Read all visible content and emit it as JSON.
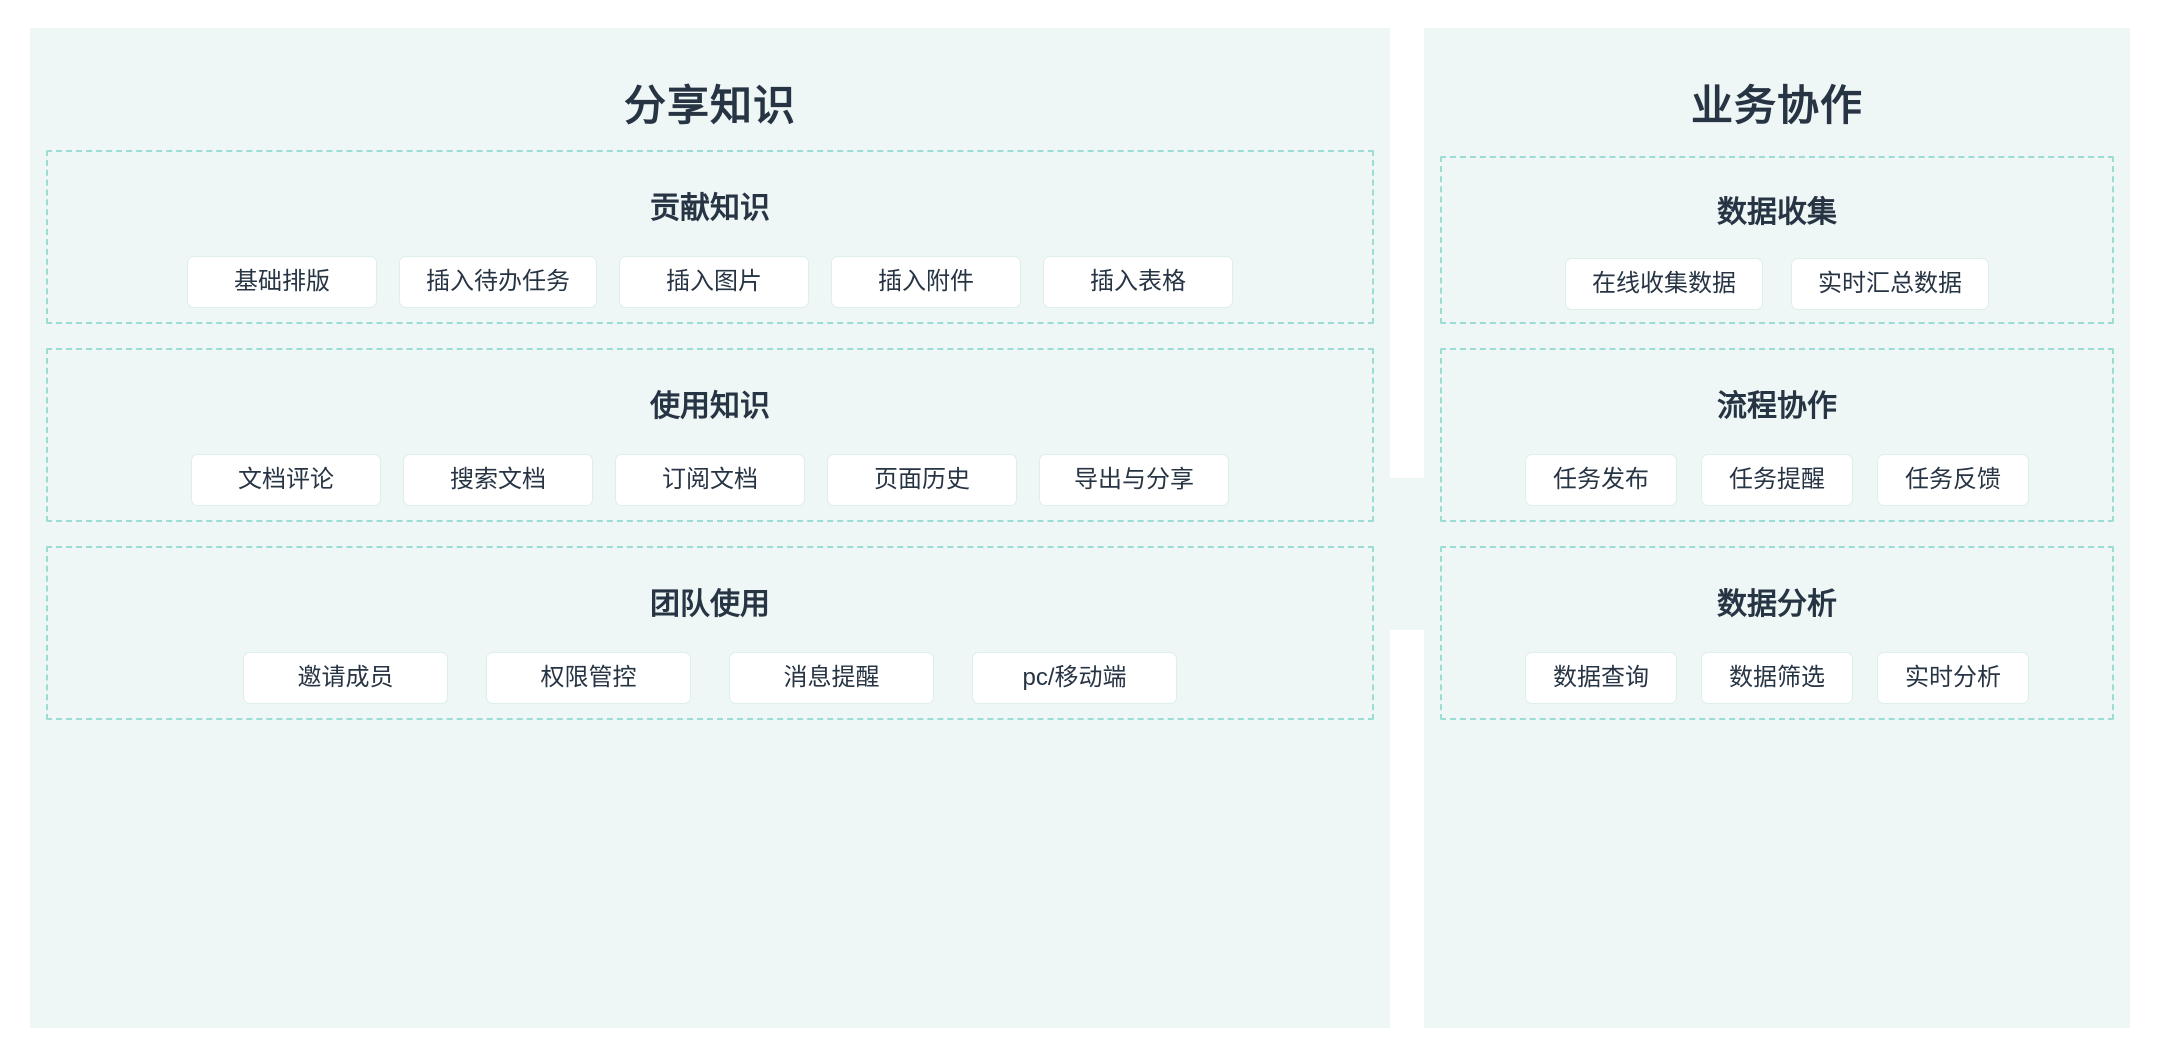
{
  "theme": {
    "page_background": "#ffffff",
    "panel_background": "#eff7f6",
    "group_border": "#9bdcd4",
    "chip_background": "#ffffff",
    "chip_border": "#dcefec",
    "text_color": "#273444"
  },
  "panels": [
    {
      "id": "share-knowledge",
      "title": "分享知识",
      "groups": [
        {
          "id": "contribute-knowledge",
          "title": "贡献知识",
          "chips": [
            "基础排版",
            "插入待办任务",
            "插入图片",
            "插入附件",
            "插入表格"
          ]
        },
        {
          "id": "use-knowledge",
          "title": "使用知识",
          "chips": [
            "文档评论",
            "搜索文档",
            "订阅文档",
            "页面历史",
            "导出与分享"
          ]
        },
        {
          "id": "team-usage",
          "title": "团队使用",
          "chips": [
            "邀请成员",
            "权限管控",
            "消息提醒",
            "pc/移动端"
          ]
        }
      ]
    },
    {
      "id": "business-collaboration",
      "title": "业务协作",
      "groups": [
        {
          "id": "data-collection",
          "title": "数据收集",
          "chips": [
            "在线收集数据",
            "实时汇总数据"
          ]
        },
        {
          "id": "process-collaboration",
          "title": "流程协作",
          "chips": [
            "任务发布",
            "任务提醒",
            "任务反馈"
          ]
        },
        {
          "id": "data-analysis",
          "title": "数据分析",
          "chips": [
            "数据查询",
            "数据筛选",
            "实时分析"
          ]
        }
      ]
    }
  ]
}
